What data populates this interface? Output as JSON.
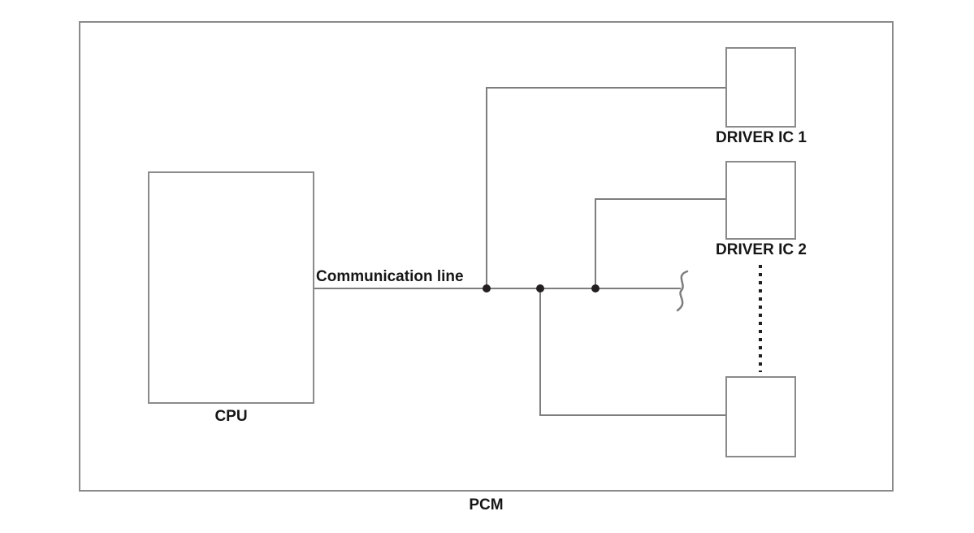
{
  "diagram": {
    "type": "block-diagram",
    "title": "PCM",
    "labels": {
      "pcm": "PCM",
      "cpu": "CPU",
      "communication_line": "Communication line",
      "driver_ic_1": "DRIVER IC 1",
      "driver_ic_2": "DRIVER IC 2"
    },
    "nodes": [
      {
        "id": "pcm",
        "label": "PCM",
        "type": "boundary"
      },
      {
        "id": "cpu",
        "label": "CPU",
        "type": "block"
      },
      {
        "id": "driver_ic_1",
        "label": "DRIVER IC 1",
        "type": "block"
      },
      {
        "id": "driver_ic_2",
        "label": "DRIVER IC 2",
        "type": "block"
      },
      {
        "id": "driver_ic_n",
        "label": "",
        "type": "block",
        "note": "unlabeled, implied by dotted continuation"
      }
    ],
    "connections": [
      {
        "from": "cpu",
        "to": "driver_ic_1",
        "via": "Communication line"
      },
      {
        "from": "cpu",
        "to": "driver_ic_2",
        "via": "Communication line"
      },
      {
        "from": "cpu",
        "to": "driver_ic_n",
        "via": "Communication line"
      }
    ],
    "symbols": {
      "junction_dots": 3,
      "line_break_squiggle": true,
      "dotted_continuation_between": [
        "driver_ic_2",
        "driver_ic_n"
      ]
    },
    "colors": {
      "background": "#ffffff",
      "wire": "#7d7d7d",
      "box_border": "#8a8a8a",
      "junction_dot": "#231f20",
      "dotted_line": "#231f20",
      "text": "#161616"
    }
  }
}
